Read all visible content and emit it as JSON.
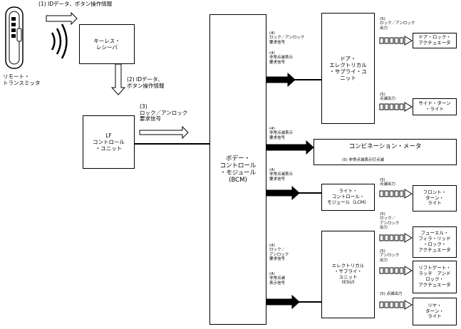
{
  "top_label": "(1) IDデータ、ボタン操作情報",
  "remote_label": "リモート・\nトランスミッタ",
  "keyless_receiver": "キーレス・\nレシーバ",
  "label_2": "(2) IDデータ、\nボタン操作情報",
  "lf_unit": "LF\nコントロール\n・ユニット",
  "label_3": "(3)\nロック／アンロック\n要求信号",
  "bcm": "ボデー・\nコントロール\n・モジュール\n(BCM)",
  "door_supply_unit": "ドア・\nエレクトリカル\n・サプライ・ユ\nニット",
  "label_4_lock_door": "(4)\nロック／アンロック\n要求信号",
  "label_4_hazard_door": "(4)\n非常点滅表示\n要求信号",
  "label_5_lock_out": "(5)\nロック／アンロック\n出力",
  "label_5_flash_out_door": "(5)\n点滅出力",
  "door_lock_actuator": "ドア・ロック・\nアクチュエータ",
  "side_turn_light": "サイド・ターン\n・ライト",
  "label_4_hazard_combi": "(4)\n非常点滅表示\n要求信号",
  "combination_meter": "コンビネーション・メータ",
  "combination_meter_note": "(5) 非常点滅表示灯点滅",
  "label_4_hazard_lcm": "(4)\n非常点滅表示\n要求信号",
  "lcm": "ライト・\nコントロール・\nモジュール（LCM）",
  "label_5_flash_lcm": "(5)\n点滅出力",
  "front_turn_light": "フロント・\nターン・\nライト",
  "label_5_lock_fuel": "(5)\nロック／\nアンロック\n出力",
  "fuel_lid_actuator": "フューエル・\nフィラ・リッド\n・ロック・\nアクチュエータ",
  "label_5_lock_lift": "(5)\nアンロック\n出力",
  "liftgate_actuator": "リフトゲート・\nラッチ　アンド\nロック・\nアクチュエータ",
  "label_5_flash_rear": "(5) 点滅出力",
  "rear_turn_light": "リヤ・\nターン・\nライト",
  "esu": "エレクトリカル\n・サプライ・\nユニット\n(ESU)",
  "label_4_lock_esu": "(4)\nロック／\nアンロック\n要求信号",
  "label_4_hazard_esu": "(4)\n非常点滅\n表示信号"
}
